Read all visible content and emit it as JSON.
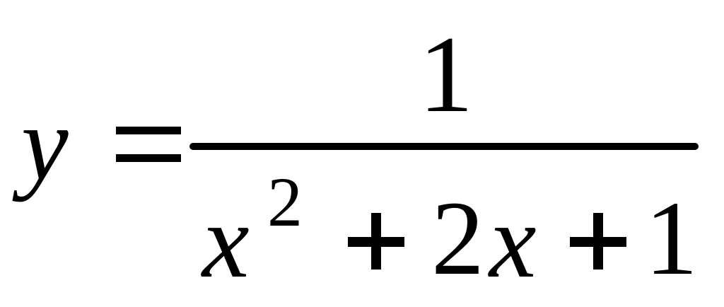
{
  "equation": {
    "lhs": "y",
    "numerator": "1",
    "denominator": {
      "variable": "x",
      "exponent": "2",
      "coefficient": "2",
      "variable_two": "x",
      "constant": "1"
    }
  }
}
